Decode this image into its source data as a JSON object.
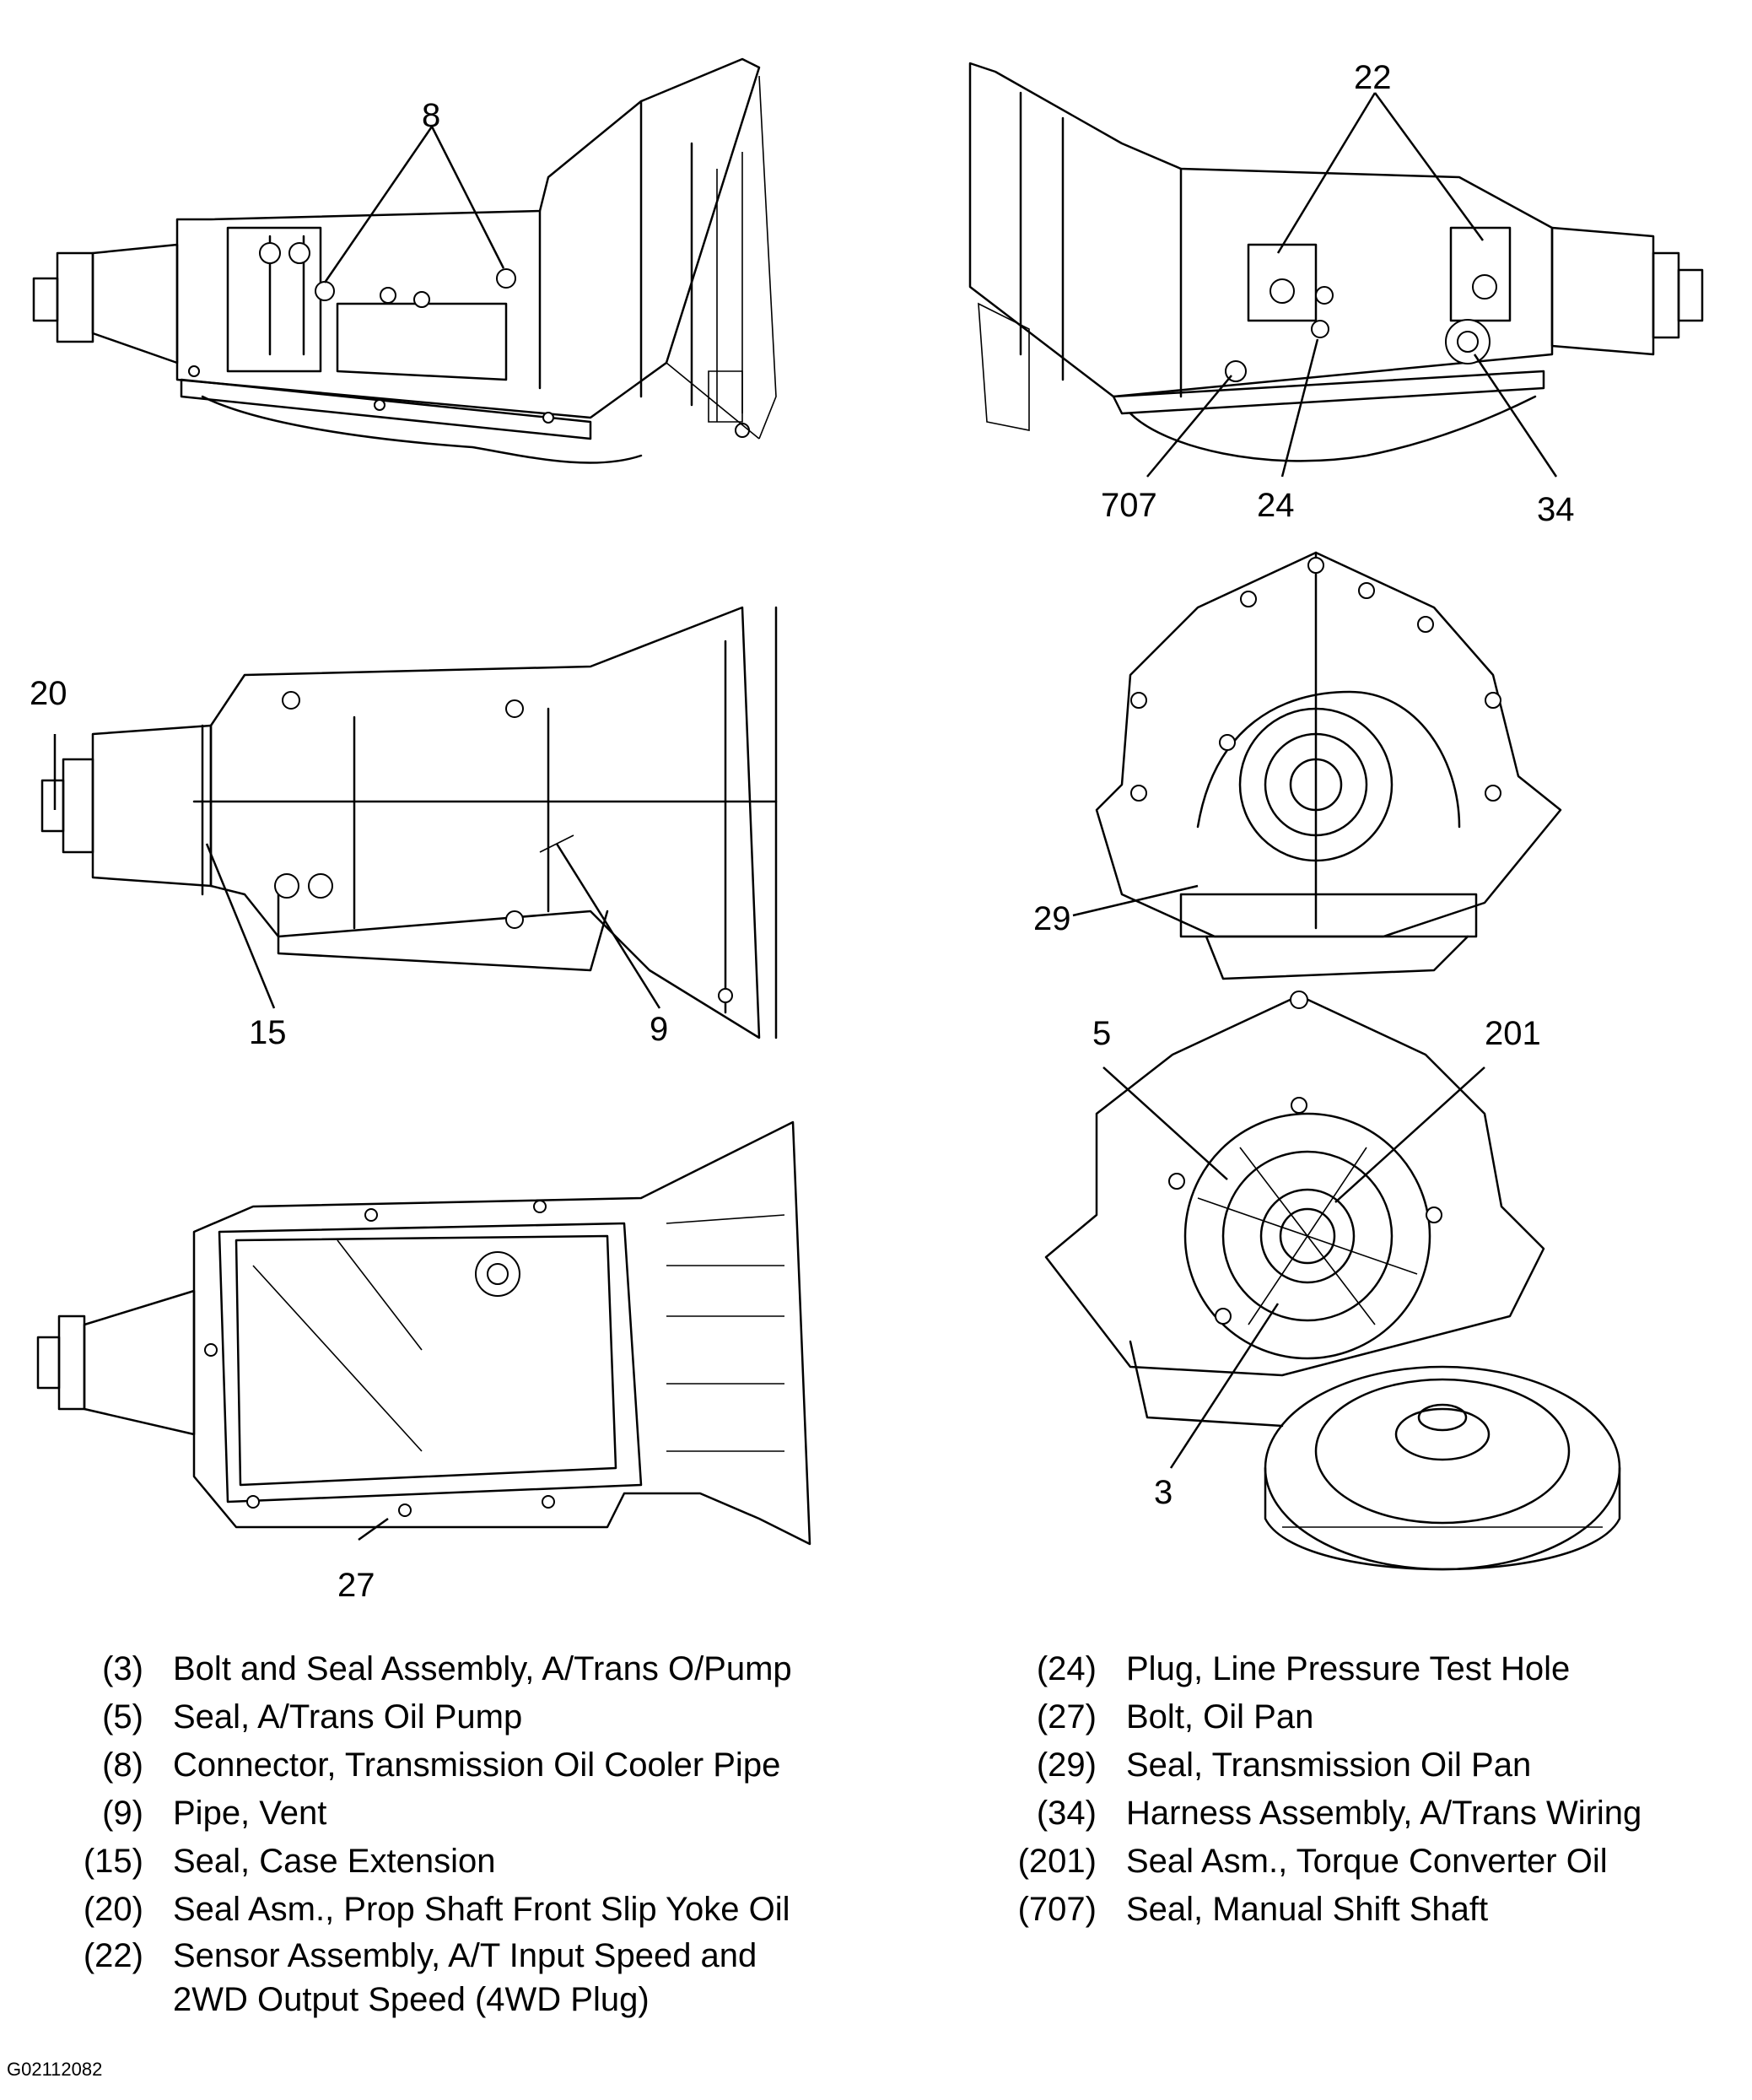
{
  "callouts": [
    "8",
    "22",
    "707",
    "24",
    "34",
    "20",
    "15",
    "9",
    "29",
    "5",
    "201",
    "3",
    "27"
  ],
  "legend": {
    "left": [
      {
        "num": "(3)",
        "text": "Bolt and Seal Assembly, A/Trans O/Pump"
      },
      {
        "num": "(5)",
        "text": "Seal, A/Trans Oil Pump"
      },
      {
        "num": "(8)",
        "text": "Connector, Transmission Oil Cooler Pipe"
      },
      {
        "num": "(9)",
        "text": "Pipe, Vent"
      },
      {
        "num": "(15)",
        "text": "Seal, Case Extension"
      },
      {
        "num": "(20)",
        "text": "Seal Asm., Prop Shaft Front Slip Yoke Oil"
      },
      {
        "num": "(22)",
        "text": "Sensor Assembly, A/T Input Speed and 2WD Output Speed (4WD Plug)"
      }
    ],
    "right": [
      {
        "num": "(24)",
        "text": "Plug, Line Pressure Test Hole"
      },
      {
        "num": "(27)",
        "text": "Bolt, Oil Pan"
      },
      {
        "num": "(29)",
        "text": "Seal, Transmission Oil Pan"
      },
      {
        "num": "(34)",
        "text": "Harness Assembly, A/Trans Wiring"
      },
      {
        "num": "(201)",
        "text": "Seal Asm., Torque Converter Oil"
      },
      {
        "num": "(707)",
        "text": "Seal, Manual Shift Shaft"
      }
    ]
  },
  "figure_id": "G02112082"
}
